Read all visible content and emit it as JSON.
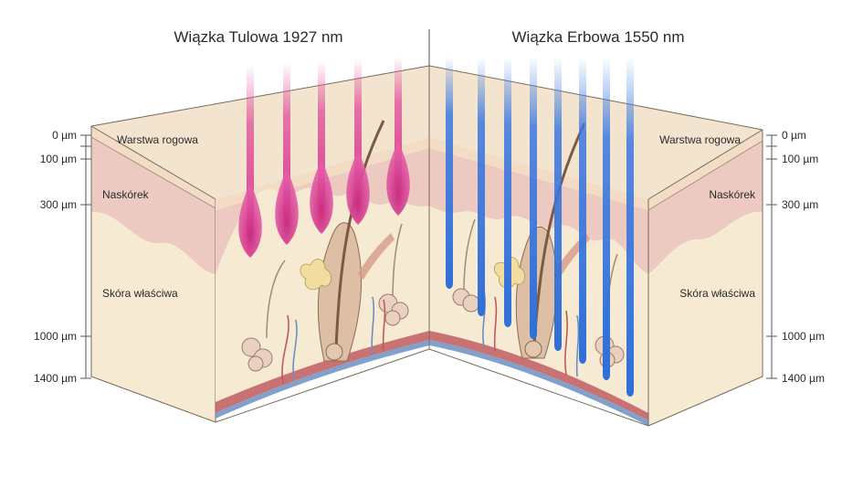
{
  "titles": {
    "left": "Wiązka Tulowa 1927 nm",
    "right": "Wiązka Erbowa 1550 nm"
  },
  "layers": {
    "stratum_corneum": "Warstwa rogowa",
    "epidermis": "Naskórek",
    "dermis": "Skóra właściwa"
  },
  "depth_scale": {
    "ticks": [
      "0 µm",
      "100 µm",
      "300 µm",
      "1000 µm",
      "1400 µm"
    ]
  },
  "colors": {
    "thulium_beam": "#d63c8c",
    "erbium_beam": "#2f6fd8",
    "stratum": "#f3e4cf",
    "epidermis": "#eccac1",
    "dermis": "#f6ead3",
    "artery": "#c0595a",
    "vein": "#6b8fc2",
    "outline": "#7a6a5a"
  }
}
